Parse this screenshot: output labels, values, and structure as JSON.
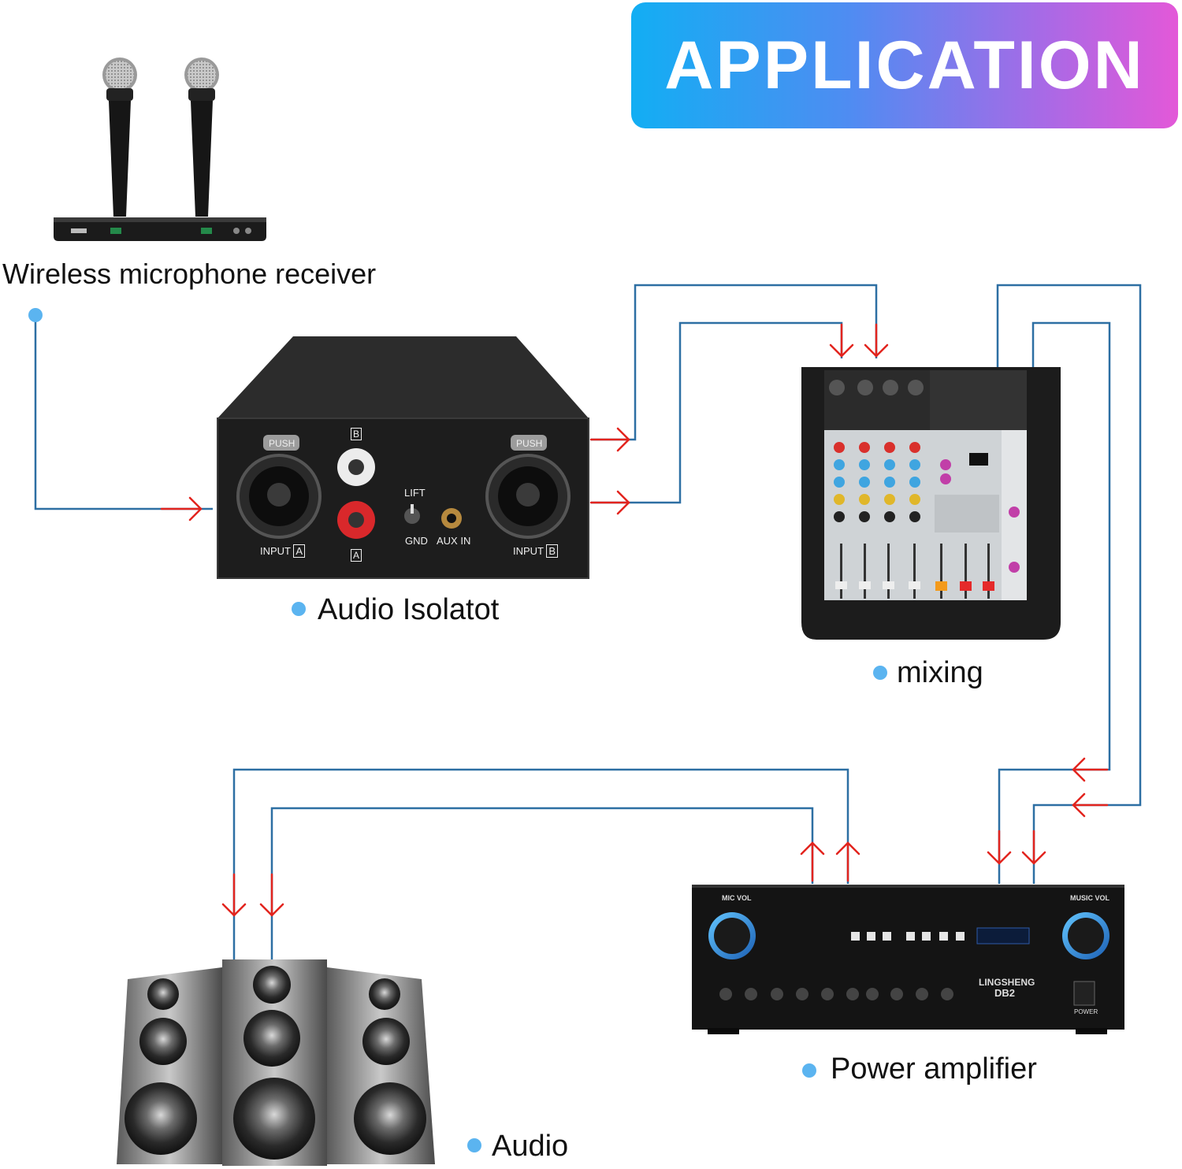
{
  "title": "APPLICATION",
  "nodes": {
    "receiver": {
      "label": "Wireless microphone receiver"
    },
    "isolator": {
      "label": "Audio Isolatot"
    },
    "mixer": {
      "label": "mixing"
    },
    "amplifier": {
      "label": "Power amplifier"
    },
    "speakers": {
      "label": "Audio"
    }
  },
  "isolator_panel": {
    "push_label": "PUSH",
    "input_a": "INPUT",
    "input_b": "INPUT",
    "tag_a": "A",
    "tag_b": "B",
    "lift": "LIFT",
    "gnd": "GND",
    "aux_in": "AUX IN"
  },
  "amplifier_panel": {
    "brand": "LINGSHENG",
    "model": "DB2",
    "mic_vol": "MIC VOL",
    "music_vol": "MUSIC VOL",
    "power": "POWER"
  },
  "colors": {
    "wire": "#2d6fa3",
    "arrow": "#e2241e",
    "dot": "#5bb4f0",
    "banner_start": "#12aef3",
    "banner_end": "#e358d8"
  }
}
